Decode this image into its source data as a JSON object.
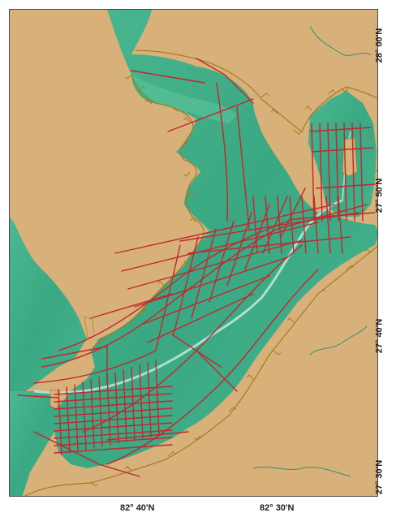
{
  "map": {
    "latitude_labels": [
      "28° 00'N",
      "27° 50'N",
      "27° 40'N",
      "27° 30'N"
    ],
    "longitude_labels": [
      "82° 40'N",
      "82° 30'N"
    ],
    "colors": {
      "land": "#d7b07a",
      "water": "#3aa882",
      "shallow_water": "#5ec69a",
      "channel": "#bfe9df",
      "shoreline": "#a57a1c",
      "survey_track": "#c4262e",
      "frame": "#4a4a4a"
    }
  }
}
